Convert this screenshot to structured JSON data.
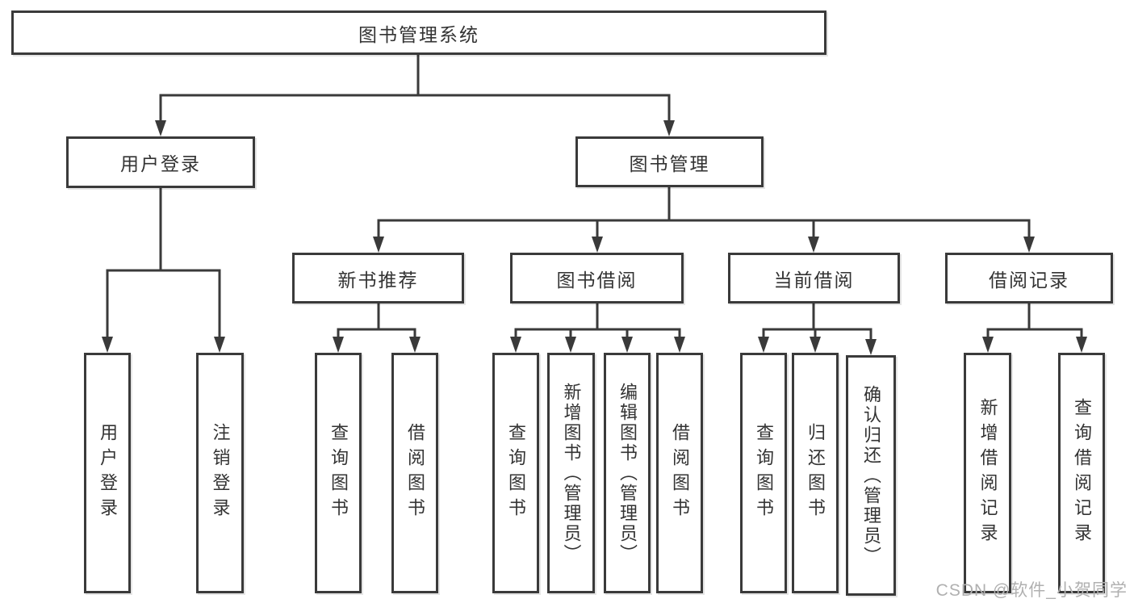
{
  "colors": {
    "line": "#3a3a3a",
    "text": "#333333",
    "box_bg": "#ffffff",
    "watermark": "#b0b0b0"
  },
  "watermark": {
    "text": "CSDN @软件_小贺同学"
  },
  "tree": {
    "label": "图书管理系统",
    "children": [
      {
        "label": "用户登录",
        "children": [
          {
            "label": "用户登录"
          },
          {
            "label": "注销登录"
          }
        ]
      },
      {
        "label": "图书管理",
        "children": [
          {
            "label": "新书推荐",
            "children": [
              {
                "label": "查询图书"
              },
              {
                "label": "借阅图书"
              }
            ]
          },
          {
            "label": "图书借阅",
            "children": [
              {
                "label": "查询图书"
              },
              {
                "label": "新增图书（管理员）"
              },
              {
                "label": "编辑图书（管理员）"
              },
              {
                "label": "借阅图书"
              }
            ]
          },
          {
            "label": "当前借阅",
            "children": [
              {
                "label": "查询图书"
              },
              {
                "label": "归还图书"
              },
              {
                "label": "确认归还（管理员）"
              }
            ]
          },
          {
            "label": "借阅记录",
            "children": [
              {
                "label": "新增借阅记录"
              },
              {
                "label": "查询借阅记录"
              }
            ]
          }
        ]
      }
    ]
  }
}
